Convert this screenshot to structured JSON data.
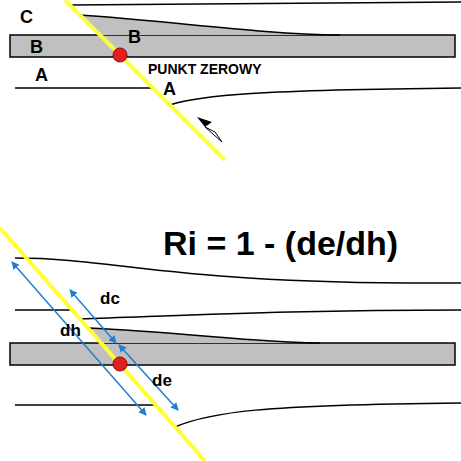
{
  "diagram": {
    "labels": [
      "C",
      "B",
      "B",
      "A",
      "PUNKT ZEROWY",
      "A",
      "Ri = 1 - (de/dh)",
      "dc",
      "dh",
      "de"
    ]
  }
}
